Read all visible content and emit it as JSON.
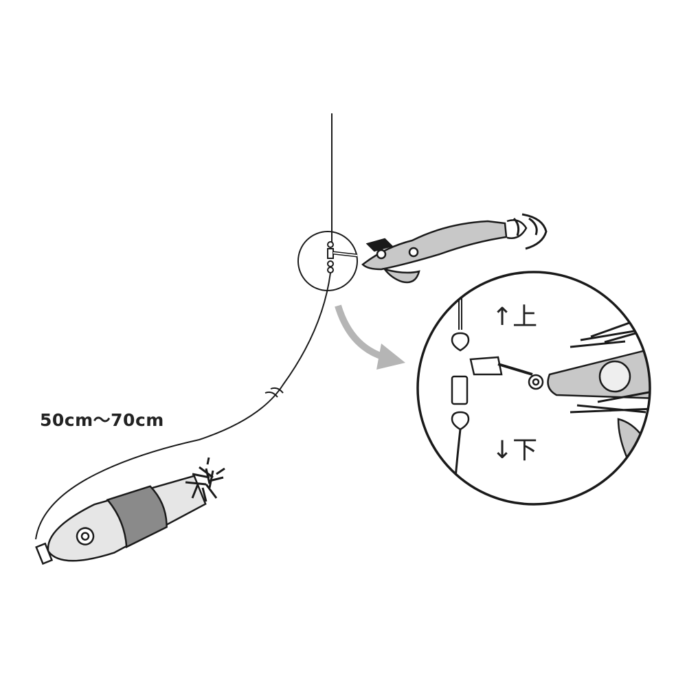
{
  "labels": {
    "length": "50cm〜70cm",
    "up": "↑上",
    "down": "↓下"
  },
  "colors": {
    "line": "#1a1a1a",
    "lure_fill": "#c8c8c8",
    "band_fill": "#8a8a8a",
    "arrow": "#b5b5b5"
  }
}
